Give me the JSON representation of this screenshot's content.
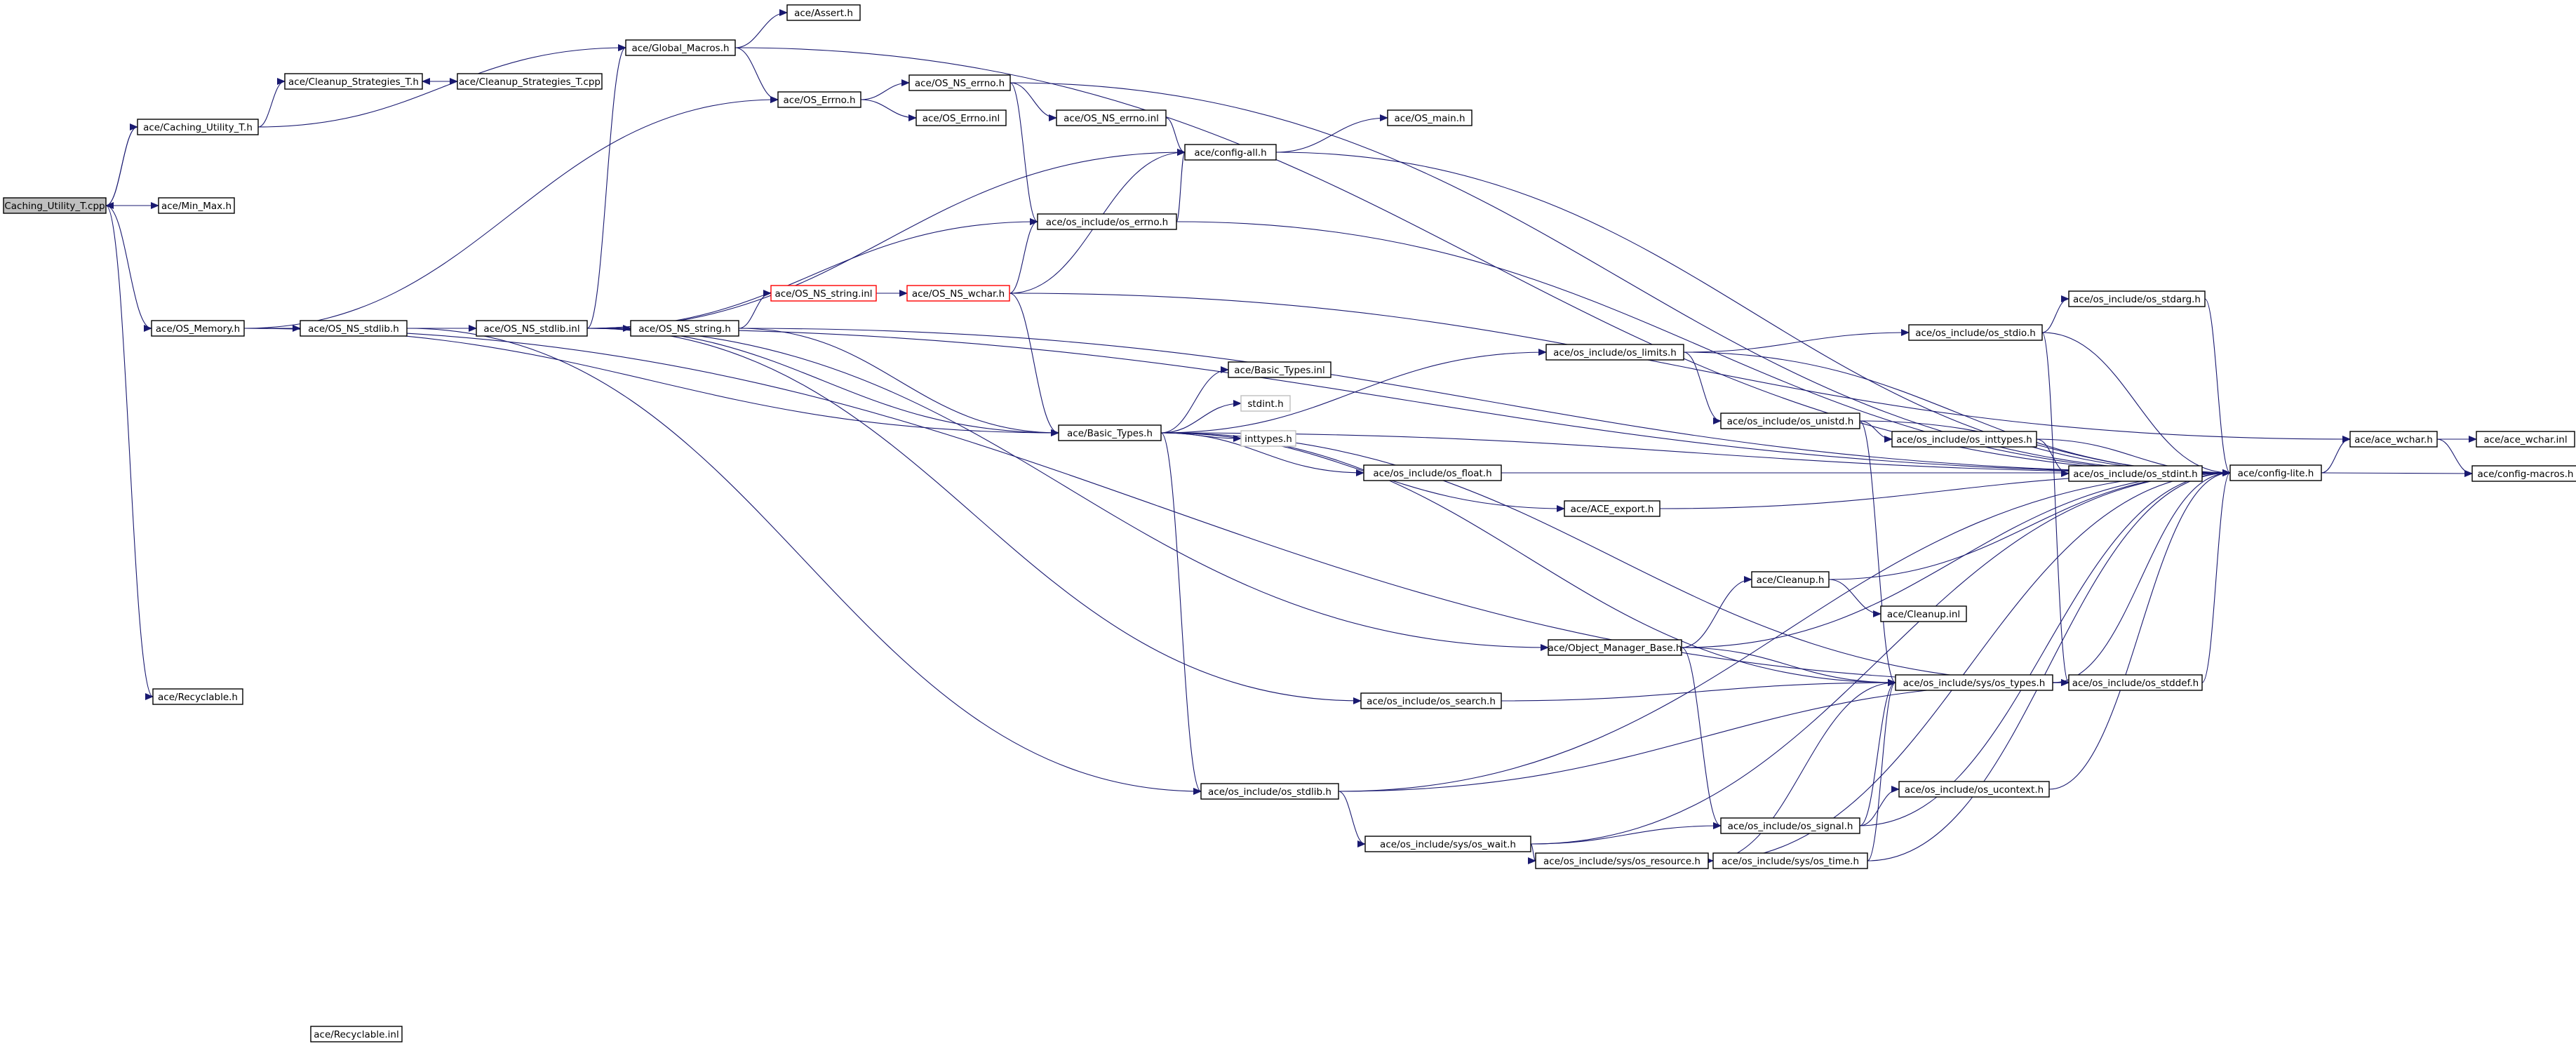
{
  "colors": {
    "edge": "#191970",
    "node_border": "#000000",
    "node_fill": "#ffffff",
    "root_fill": "#bfbfbf",
    "link_border": "#ff0000",
    "external_border": "#bfbfbf"
  },
  "nodes": [
    {
      "id": "caching_cpp",
      "label": "Caching_Utility_T.cpp",
      "style": "root"
    },
    {
      "id": "caching_h",
      "label": "ace/Caching_Utility_T.h"
    },
    {
      "id": "min_max",
      "label": "ace/Min_Max.h"
    },
    {
      "id": "os_memory",
      "label": "ace/OS_Memory.h"
    },
    {
      "id": "recyclable_h",
      "label": "ace/Recyclable.h"
    },
    {
      "id": "recyclable_inl",
      "label": "ace/Recyclable.inl"
    },
    {
      "id": "global_macros",
      "label": "ace/Global_Macros.h"
    },
    {
      "id": "assert_h",
      "label": "ace/Assert.h"
    },
    {
      "id": "cleanup_strat_h",
      "label": "ace/Cleanup_Strategies_T.h"
    },
    {
      "id": "cleanup_strat_cpp",
      "label": "ace/Cleanup_Strategies_T.cpp"
    },
    {
      "id": "os_errno_h",
      "label": "ace/OS_Errno.h"
    },
    {
      "id": "os_errno_inl",
      "label": "ace/OS_Errno.inl"
    },
    {
      "id": "os_ns_errno_h",
      "label": "ace/OS_NS_errno.h"
    },
    {
      "id": "os_ns_errno_inl",
      "label": "ace/OS_NS_errno.inl"
    },
    {
      "id": "os_main",
      "label": "ace/OS_main.h"
    },
    {
      "id": "config_all",
      "label": "ace/config-all.h"
    },
    {
      "id": "os_inc_errno",
      "label": "ace/os_include/os_errno.h"
    },
    {
      "id": "os_ns_stdlib_h",
      "label": "ace/OS_NS_stdlib.h"
    },
    {
      "id": "os_ns_stdlib_inl",
      "label": "ace/OS_NS_stdlib.inl"
    },
    {
      "id": "os_ns_string_h",
      "label": "ace/OS_NS_string.h"
    },
    {
      "id": "os_ns_string_inl",
      "label": "ace/OS_NS_string.inl",
      "style": "link"
    },
    {
      "id": "os_ns_wchar_h",
      "label": "ace/OS_NS_wchar.h",
      "style": "link"
    },
    {
      "id": "basic_types_h",
      "label": "ace/Basic_Types.h"
    },
    {
      "id": "basic_types_inl",
      "label": "ace/Basic_Types.inl"
    },
    {
      "id": "stdint_h",
      "label": "stdint.h",
      "style": "external"
    },
    {
      "id": "inttypes_h",
      "label": "inttypes.h",
      "style": "external"
    },
    {
      "id": "os_inc_float",
      "label": "ace/os_include/os_float.h"
    },
    {
      "id": "ace_export",
      "label": "ace/ACE_export.h"
    },
    {
      "id": "os_inc_limits",
      "label": "ace/os_include/os_limits.h"
    },
    {
      "id": "os_inc_unistd",
      "label": "ace/os_include/os_unistd.h"
    },
    {
      "id": "os_inc_stdio",
      "label": "ace/os_include/os_stdio.h"
    },
    {
      "id": "os_inc_stdarg",
      "label": "ace/os_include/os_stdarg.h"
    },
    {
      "id": "os_inc_inttypes",
      "label": "ace/os_include/os_inttypes.h"
    },
    {
      "id": "os_inc_stdint",
      "label": "ace/os_include/os_stdint.h"
    },
    {
      "id": "config_lite",
      "label": "ace/config-lite.h"
    },
    {
      "id": "ace_wchar_h",
      "label": "ace/ace_wchar.h"
    },
    {
      "id": "ace_wchar_inl",
      "label": "ace/ace_wchar.inl"
    },
    {
      "id": "config_macros",
      "label": "ace/config-macros.h"
    },
    {
      "id": "cleanup_h",
      "label": "ace/Cleanup.h"
    },
    {
      "id": "cleanup_inl",
      "label": "ace/Cleanup.inl"
    },
    {
      "id": "obj_mgr_base",
      "label": "ace/Object_Manager_Base.h"
    },
    {
      "id": "os_inc_search",
      "label": "ace/os_include/os_search.h"
    },
    {
      "id": "os_inc_sys_types",
      "label": "ace/os_include/sys/os_types.h"
    },
    {
      "id": "os_inc_stddef",
      "label": "ace/os_include/os_stddef.h"
    },
    {
      "id": "os_inc_stdlib",
      "label": "ace/os_include/os_stdlib.h"
    },
    {
      "id": "os_inc_signal",
      "label": "ace/os_include/os_signal.h"
    },
    {
      "id": "os_inc_ucontext",
      "label": "ace/os_include/os_ucontext.h"
    },
    {
      "id": "os_inc_sys_wait",
      "label": "ace/os_include/sys/os_wait.h"
    },
    {
      "id": "os_inc_sys_resource",
      "label": "ace/os_include/sys/os_resource.h"
    },
    {
      "id": "os_inc_sys_time",
      "label": "ace/os_include/sys/os_time.h"
    }
  ],
  "edges": [
    [
      "caching_cpp",
      "caching_h"
    ],
    [
      "caching_h",
      "caching_cpp"
    ],
    [
      "caching_cpp",
      "min_max"
    ],
    [
      "caching_cpp",
      "os_memory"
    ],
    [
      "caching_cpp",
      "recyclable_h"
    ],
    [
      "caching_h",
      "global_macros"
    ],
    [
      "caching_h",
      "cleanup_strat_h"
    ],
    [
      "cleanup_strat_h",
      "cleanup_strat_cpp"
    ],
    [
      "cleanup_strat_cpp",
      "cleanup_strat_h"
    ],
    [
      "global_macros",
      "assert_h"
    ],
    [
      "global_macros",
      "os_errno_h"
    ],
    [
      "global_macros",
      "config_lite"
    ],
    [
      "os_errno_h",
      "os_ns_errno_h"
    ],
    [
      "os_errno_h",
      "os_errno_inl"
    ],
    [
      "os_ns_errno_h",
      "os_ns_errno_inl"
    ],
    [
      "os_ns_errno_h",
      "os_inc_errno"
    ],
    [
      "os_ns_errno_h",
      "config_lite"
    ],
    [
      "os_ns_errno_inl",
      "config_all"
    ],
    [
      "config_all",
      "os_main"
    ],
    [
      "config_all",
      "config_lite"
    ],
    [
      "os_inc_errno",
      "config_all"
    ],
    [
      "os_inc_errno",
      "config_lite"
    ],
    [
      "os_memory",
      "os_errno_h"
    ],
    [
      "os_memory",
      "os_ns_stdlib_h"
    ],
    [
      "os_memory",
      "basic_types_h"
    ],
    [
      "os_memory",
      "os_inc_stddef"
    ],
    [
      "os_ns_stdlib_h",
      "os_ns_stdlib_inl"
    ],
    [
      "os_ns_stdlib_h",
      "os_inc_stdlib"
    ],
    [
      "os_ns_stdlib_inl",
      "global_macros"
    ],
    [
      "os_ns_stdlib_inl",
      "config_all"
    ],
    [
      "os_ns_stdlib_inl",
      "os_inc_errno"
    ],
    [
      "os_ns_stdlib_inl",
      "os_ns_string_h"
    ],
    [
      "os_ns_stdlib_inl",
      "basic_types_h"
    ],
    [
      "os_ns_stdlib_inl",
      "config_lite"
    ],
    [
      "os_ns_stdlib_inl",
      "obj_mgr_base"
    ],
    [
      "os_ns_stdlib_inl",
      "os_inc_search"
    ],
    [
      "os_ns_string_h",
      "os_ns_string_inl"
    ],
    [
      "os_ns_string_h",
      "basic_types_h"
    ],
    [
      "os_ns_string_h",
      "config_lite"
    ],
    [
      "os_ns_string_inl",
      "os_ns_wchar_h"
    ],
    [
      "os_ns_wchar_h",
      "config_all"
    ],
    [
      "os_ns_wchar_h",
      "os_inc_errno"
    ],
    [
      "os_ns_wchar_h",
      "basic_types_h"
    ],
    [
      "os_ns_wchar_h",
      "ace_wchar_h"
    ],
    [
      "basic_types_h",
      "basic_types_inl"
    ],
    [
      "basic_types_h",
      "stdint_h"
    ],
    [
      "basic_types_h",
      "inttypes_h"
    ],
    [
      "basic_types_h",
      "os_inc_limits"
    ],
    [
      "basic_types_h",
      "os_inc_float"
    ],
    [
      "basic_types_h",
      "ace_export"
    ],
    [
      "basic_types_h",
      "os_inc_stdlib"
    ],
    [
      "basic_types_h",
      "os_inc_sys_types"
    ],
    [
      "basic_types_h",
      "os_inc_stddef"
    ],
    [
      "basic_types_h",
      "config_lite"
    ],
    [
      "os_inc_limits",
      "os_inc_stdio"
    ],
    [
      "os_inc_limits",
      "os_inc_unistd"
    ],
    [
      "os_inc_limits",
      "config_lite"
    ],
    [
      "os_inc_stdio",
      "os_inc_stdarg"
    ],
    [
      "os_inc_stdio",
      "os_inc_stddef"
    ],
    [
      "os_inc_stdio",
      "config_lite"
    ],
    [
      "os_inc_stdarg",
      "config_lite"
    ],
    [
      "os_inc_unistd",
      "os_inc_inttypes"
    ],
    [
      "os_inc_unistd",
      "os_inc_sys_types"
    ],
    [
      "os_inc_unistd",
      "config_lite"
    ],
    [
      "os_inc_inttypes",
      "os_inc_stdint"
    ],
    [
      "os_inc_inttypes",
      "config_lite"
    ],
    [
      "os_inc_stdint",
      "config_lite"
    ],
    [
      "os_inc_float",
      "config_lite"
    ],
    [
      "ace_export",
      "config_lite"
    ],
    [
      "config_lite",
      "ace_wchar_h"
    ],
    [
      "config_lite",
      "config_macros"
    ],
    [
      "ace_wchar_h",
      "ace_wchar_inl"
    ],
    [
      "ace_wchar_h",
      "config_macros"
    ],
    [
      "cleanup_h",
      "cleanup_inl"
    ],
    [
      "cleanup_h",
      "config_lite"
    ],
    [
      "obj_mgr_base",
      "cleanup_h"
    ],
    [
      "obj_mgr_base",
      "os_inc_sys_types"
    ],
    [
      "obj_mgr_base",
      "os_inc_signal"
    ],
    [
      "obj_mgr_base",
      "config_lite"
    ],
    [
      "os_inc_search",
      "os_inc_sys_types"
    ],
    [
      "os_inc_sys_types",
      "os_inc_stddef"
    ],
    [
      "os_inc_sys_types",
      "config_lite"
    ],
    [
      "os_inc_stddef",
      "config_lite"
    ],
    [
      "os_inc_stdlib",
      "os_inc_stddef"
    ],
    [
      "os_inc_stdlib",
      "os_inc_sys_wait"
    ],
    [
      "os_inc_stdlib",
      "config_lite"
    ],
    [
      "os_inc_sys_wait",
      "os_inc_signal"
    ],
    [
      "os_inc_sys_wait",
      "os_inc_sys_resource"
    ],
    [
      "os_inc_sys_wait",
      "config_lite"
    ],
    [
      "os_inc_signal",
      "os_inc_sys_types"
    ],
    [
      "os_inc_signal",
      "os_inc_ucontext"
    ],
    [
      "os_inc_signal",
      "config_lite"
    ],
    [
      "os_inc_ucontext",
      "config_lite"
    ],
    [
      "os_inc_sys_resource",
      "os_inc_sys_time"
    ],
    [
      "os_inc_sys_resource",
      "os_inc_sys_types"
    ],
    [
      "os_inc_sys_resource",
      "config_lite"
    ],
    [
      "os_inc_sys_time",
      "os_inc_sys_types"
    ],
    [
      "os_inc_sys_time",
      "config_lite"
    ]
  ]
}
